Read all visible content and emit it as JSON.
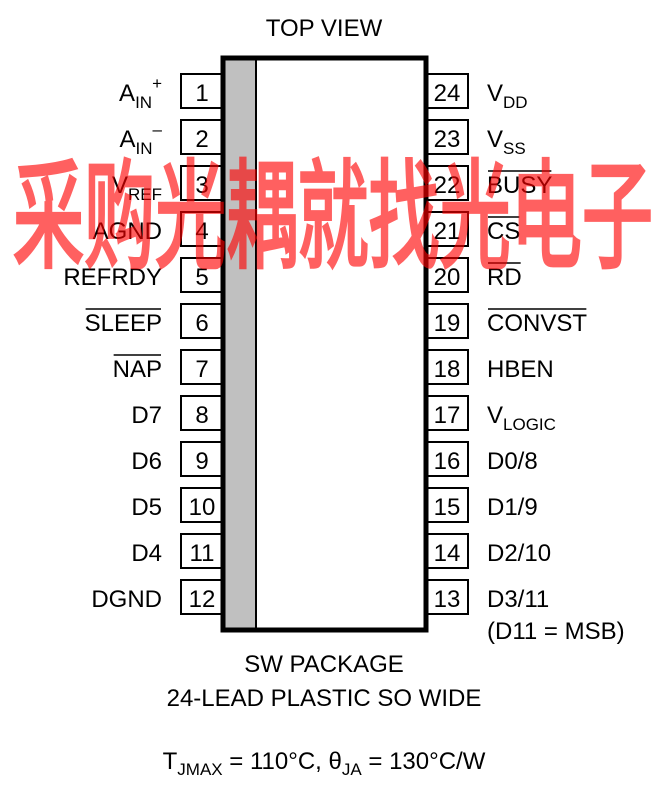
{
  "top_view": "TOP VIEW",
  "package_line1": "SW PACKAGE",
  "package_line2": "24-LEAD PLASTIC SO WIDE",
  "watermark": "采购光耦就找光电子",
  "thermal": {
    "tj_main": "T",
    "tj_sub": "JMAX",
    "tj_rest": " = 110°C, ",
    "theta_main": "θ",
    "theta_sub": "JA",
    "theta_rest": " = 130°C/W"
  },
  "left_pins": [
    {
      "num": "1",
      "main": "A",
      "sub": "IN",
      "sup": "+",
      "overbar": false
    },
    {
      "num": "2",
      "main": "A",
      "sub": "IN",
      "sup": "–",
      "overbar": false
    },
    {
      "num": "3",
      "main": "V",
      "sub": "REF",
      "overbar": false
    },
    {
      "num": "4",
      "main": "AGND",
      "overbar": false
    },
    {
      "num": "5",
      "main": "REFRDY",
      "overbar": false
    },
    {
      "num": "6",
      "main": "SLEEP",
      "overbar": true
    },
    {
      "num": "7",
      "main": "NAP",
      "overbar": true
    },
    {
      "num": "8",
      "main": "D7",
      "overbar": false
    },
    {
      "num": "9",
      "main": "D6",
      "overbar": false
    },
    {
      "num": "10",
      "main": "D5",
      "overbar": false
    },
    {
      "num": "11",
      "main": "D4",
      "overbar": false
    },
    {
      "num": "12",
      "main": "DGND",
      "overbar": false
    }
  ],
  "right_pins": [
    {
      "num": "24",
      "main": "V",
      "sub": "DD",
      "overbar": false
    },
    {
      "num": "23",
      "main": "V",
      "sub": "SS",
      "overbar": false
    },
    {
      "num": "22",
      "main": "BUSY",
      "overbar": true
    },
    {
      "num": "21",
      "main": "CS",
      "overbar": true
    },
    {
      "num": "20",
      "main": "RD",
      "overbar": true
    },
    {
      "num": "19",
      "main": "CONVST",
      "overbar": true
    },
    {
      "num": "18",
      "main": "HBEN",
      "overbar": false
    },
    {
      "num": "17",
      "main": "V",
      "sub": "LOGIC",
      "overbar": false
    },
    {
      "num": "16",
      "main": "D0/8",
      "overbar": false
    },
    {
      "num": "15",
      "main": "D1/9",
      "overbar": false
    },
    {
      "num": "14",
      "main": "D2/10",
      "overbar": false
    },
    {
      "num": "13",
      "main": "D3/11",
      "overbar": false
    }
  ],
  "msb_note": "(D11 = MSB)"
}
